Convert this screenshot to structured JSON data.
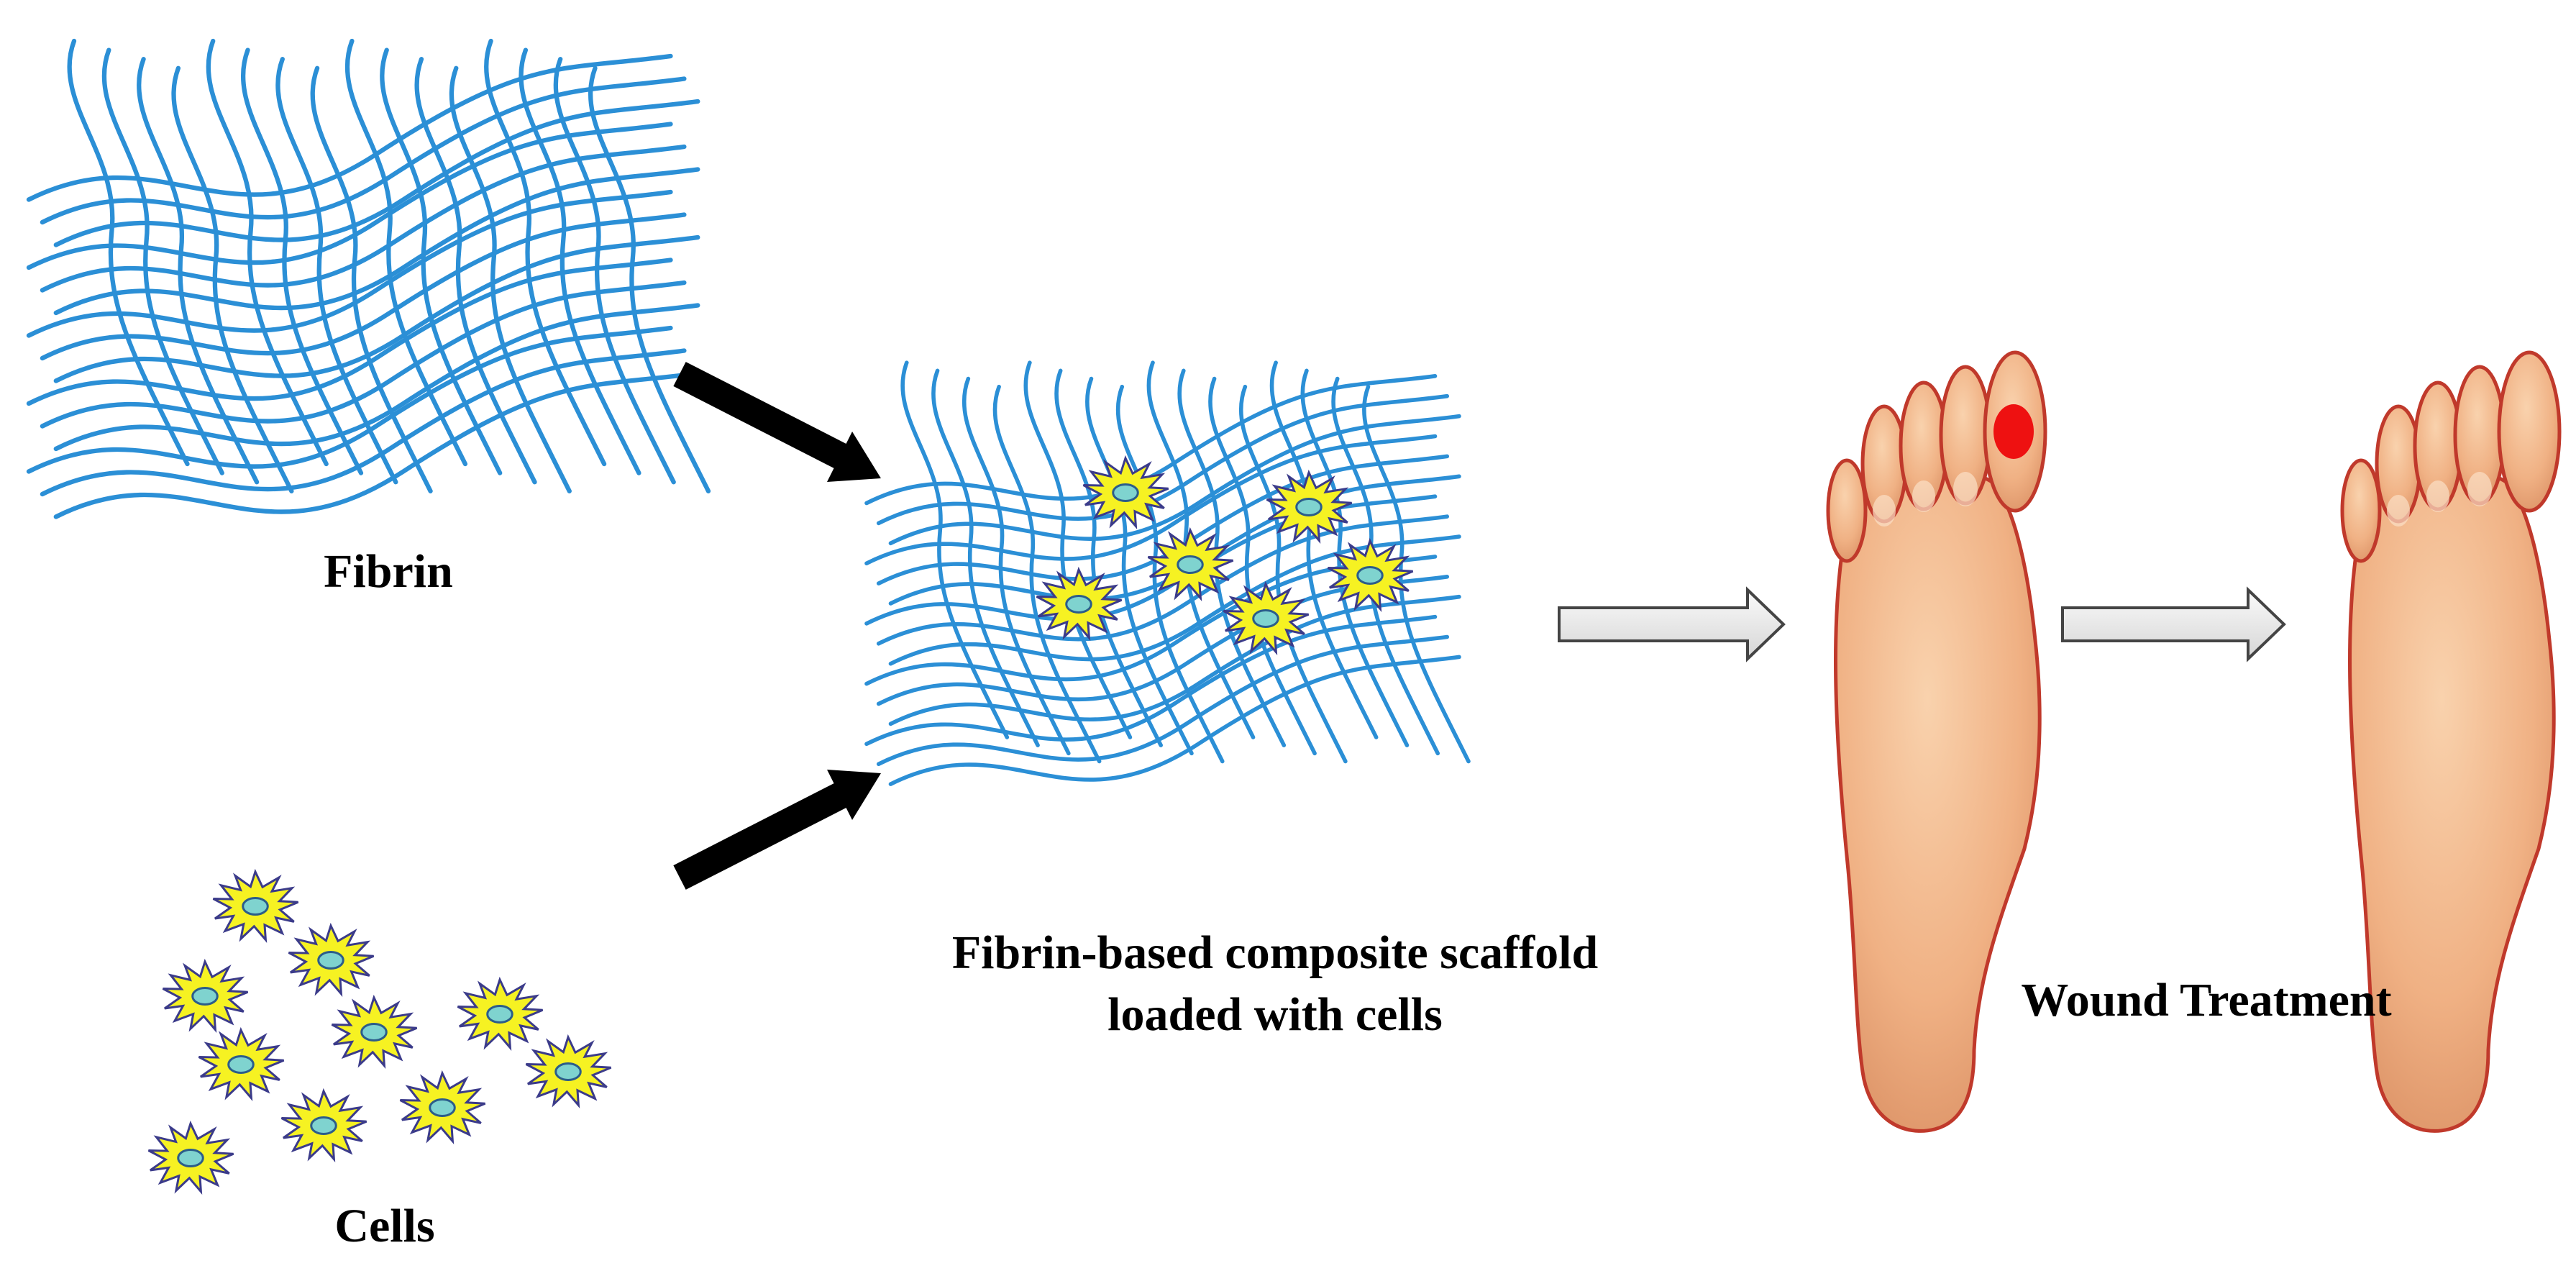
{
  "labels": {
    "fibrin": "Fibrin",
    "cells": "Cells",
    "scaffold_line1": "Fibrin-based composite scaffold",
    "scaffold_line2": "loaded with cells",
    "wound": "Wound Treatment"
  },
  "colors": {
    "fiber": "#2b8fd6",
    "cell_fill": "#f6f222",
    "cell_stroke": "#3b3b8a",
    "nucleus": "#7fd3cf",
    "skin": "#f2b88a",
    "skin_edge": "#c0392b",
    "wound": "#ee1111",
    "arrow_black": "#000000",
    "arrow_outline_fill": "#ebebeb"
  }
}
